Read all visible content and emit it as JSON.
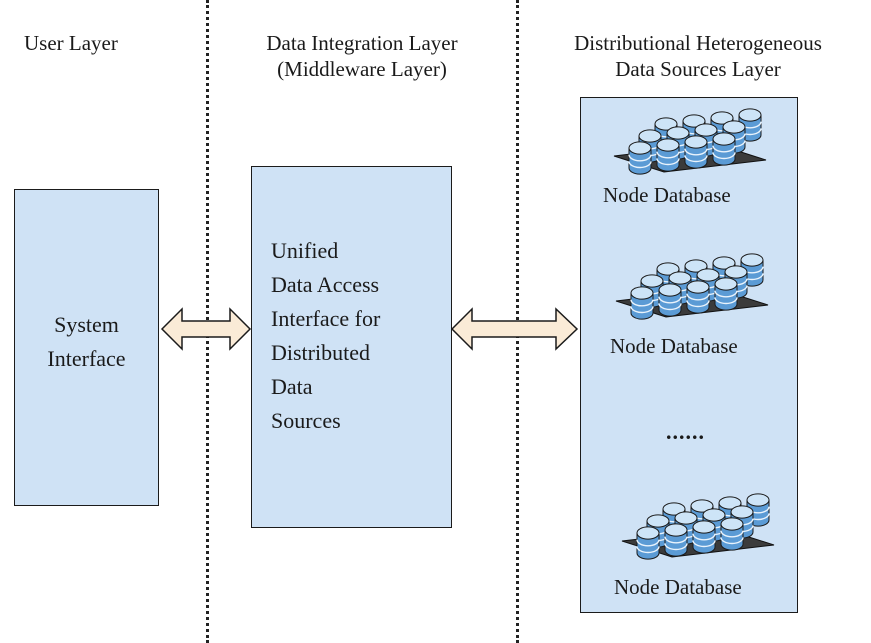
{
  "layers": {
    "user": {
      "title": "User Layer"
    },
    "integration": {
      "title_line1": "Data Integration Layer",
      "title_line2": "(Middleware Layer)"
    },
    "sources": {
      "title_line1": "Distributional Heterogeneous",
      "title_line2": "Data Sources Layer"
    }
  },
  "system_interface": {
    "line1": "System",
    "line2": "Interface"
  },
  "unified_interface": {
    "line1": "Unified",
    "line2": "Data Access",
    "line3": "Interface for",
    "line4": "Distributed",
    "line5": "Data",
    "line6": "Sources"
  },
  "node_databases": [
    {
      "label": "Node Database",
      "icon": "database-cluster-icon"
    },
    {
      "label": "Node Database",
      "icon": "database-cluster-icon"
    },
    {
      "label": "Node Database",
      "icon": "database-cluster-icon"
    }
  ],
  "ellipsis": "......",
  "colors": {
    "box_fill": "#cfe2f5",
    "arrow_fill": "#faebd7",
    "cylinder": "#5b9bd5",
    "cylinder_top": "#cde4f7"
  }
}
